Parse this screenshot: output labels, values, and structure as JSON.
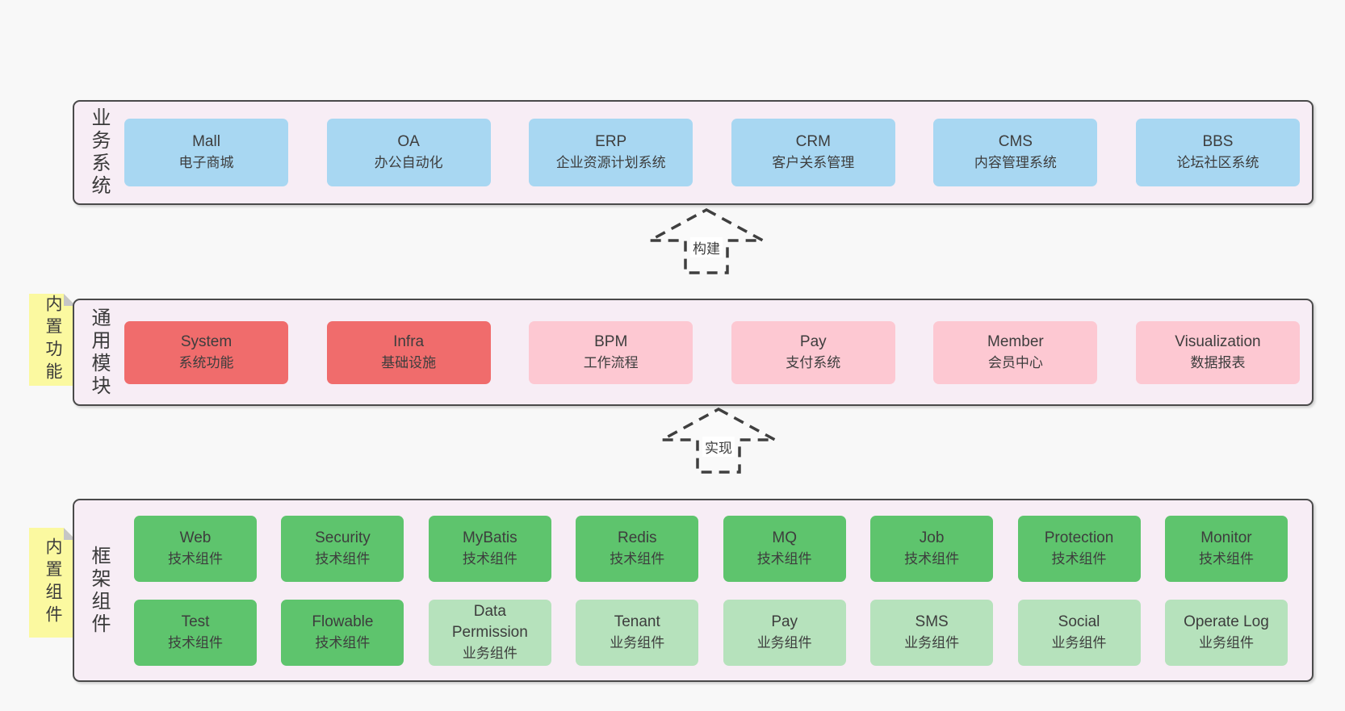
{
  "palette": {
    "page": "#f8f8f8",
    "container": "#f7edf5",
    "border": "#4a4a4a",
    "text": "#3d3d3d",
    "blue": "#a8d7f2",
    "red": "#f06c6c",
    "pink": "#fdc8d2",
    "green": "#5ec46d",
    "lgreen": "#b6e2bc",
    "yellow": "#fbf9a0",
    "fold": "#c6c6c6",
    "dash": "#3f3f3f"
  },
  "arrows": [
    {
      "label": "构建"
    },
    {
      "label": "实现"
    }
  ],
  "layers": [
    {
      "label": "业务系统",
      "boxes": [
        {
          "title": "Mall",
          "subtitle": "电子商城",
          "variant": "blue"
        },
        {
          "title": "OA",
          "subtitle": "办公自动化",
          "variant": "blue"
        },
        {
          "title": "ERP",
          "subtitle": "企业资源计划系统",
          "variant": "blue"
        },
        {
          "title": "CRM",
          "subtitle": "客户关系管理",
          "variant": "blue"
        },
        {
          "title": "CMS",
          "subtitle": "内容管理系统",
          "variant": "blue"
        },
        {
          "title": "BBS",
          "subtitle": "论坛社区系统",
          "variant": "blue"
        }
      ]
    },
    {
      "label": "通用模块",
      "note": "内置功能",
      "boxes": [
        {
          "title": "System",
          "subtitle": "系统功能",
          "variant": "red"
        },
        {
          "title": "Infra",
          "subtitle": "基础设施",
          "variant": "red"
        },
        {
          "title": "BPM",
          "subtitle": "工作流程",
          "variant": "pink"
        },
        {
          "title": "Pay",
          "subtitle": "支付系统",
          "variant": "pink"
        },
        {
          "title": "Member",
          "subtitle": "会员中心",
          "variant": "pink"
        },
        {
          "title": "Visualization",
          "subtitle": "数据报表",
          "variant": "pink"
        }
      ]
    },
    {
      "label": "框架组件",
      "note": "内置组件",
      "rows": [
        [
          {
            "title": "Web",
            "subtitle": "技术组件",
            "variant": "green"
          },
          {
            "title": "Security",
            "subtitle": "技术组件",
            "variant": "green"
          },
          {
            "title": "MyBatis",
            "subtitle": "技术组件",
            "variant": "green"
          },
          {
            "title": "Redis",
            "subtitle": "技术组件",
            "variant": "green"
          },
          {
            "title": "MQ",
            "subtitle": "技术组件",
            "variant": "green"
          },
          {
            "title": "Job",
            "subtitle": "技术组件",
            "variant": "green"
          },
          {
            "title": "Protection",
            "subtitle": "技术组件",
            "variant": "green"
          },
          {
            "title": "Monitor",
            "subtitle": "技术组件",
            "variant": "green"
          }
        ],
        [
          {
            "title": "Test",
            "subtitle": "技术组件",
            "variant": "green"
          },
          {
            "title": "Flowable",
            "subtitle": "技术组件",
            "variant": "green"
          },
          {
            "title": "Data Permission",
            "subtitle": "业务组件",
            "variant": "lgreen"
          },
          {
            "title": "Tenant",
            "subtitle": "业务组件",
            "variant": "lgreen"
          },
          {
            "title": "Pay",
            "subtitle": "业务组件",
            "variant": "lgreen"
          },
          {
            "title": "SMS",
            "subtitle": "业务组件",
            "variant": "lgreen"
          },
          {
            "title": "Social",
            "subtitle": "业务组件",
            "variant": "lgreen"
          },
          {
            "title": "Operate Log",
            "subtitle": "业务组件",
            "variant": "lgreen"
          }
        ]
      ]
    }
  ]
}
